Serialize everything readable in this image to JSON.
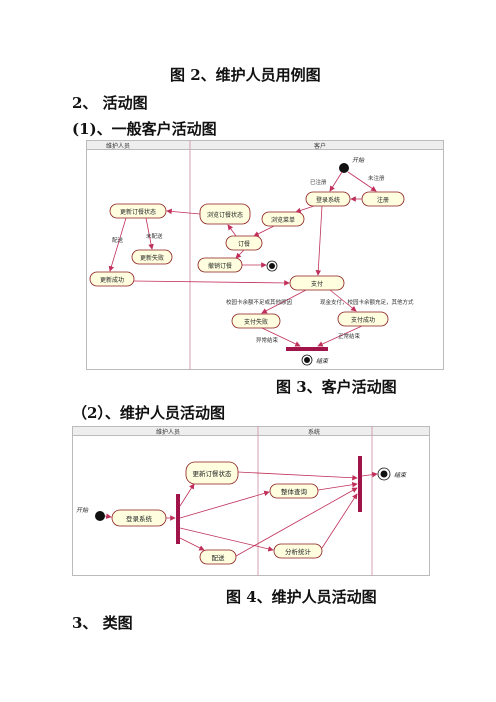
{
  "fig2_caption": "图 2、维护人员用例图",
  "section2": "2、 活动图",
  "sub1": "(1)、一般客户活动图",
  "fig3_caption": "图 3、客户活动图",
  "sub2": "（2）、维护人员活动图",
  "fig4_caption": "图 4、维护人员活动图",
  "section3": "3、 类图",
  "diagram1": {
    "lanes": [
      "维护人员",
      "客户"
    ],
    "start": "开始",
    "end": "结束",
    "nodes": {
      "update_order_status": "更新订餐状态",
      "browse_order_status": "浏览订餐状态",
      "login": "登录系统",
      "register": "注册",
      "browse_menu": "浏览菜单",
      "order": "订餐",
      "update_fail": "更新失败",
      "cancel_order": "撤销订餐",
      "update_success": "更新成功",
      "pay": "支付",
      "pay_fail": "支付失败",
      "pay_success": "支付成功"
    },
    "edges": {
      "registered": "已注册",
      "unregistered": "未注册",
      "deliver": "配送",
      "not_delivered": "未配送",
      "fail_cond": "校园卡余额不足或其他原因",
      "success_cond": "现金支付，校园卡余额充足，其他方式",
      "abnormal_end": "异常结束",
      "normal_end": "正常结束"
    }
  },
  "diagram2": {
    "lanes": [
      "维护人员",
      "系统"
    ],
    "start": "开始",
    "end": "结束",
    "nodes": {
      "update_order_status": "更新订餐状态",
      "login": "登录系统",
      "overall_query": "整体查询",
      "deliver": "配送",
      "analysis": "分析统计"
    }
  },
  "colors": {
    "node_fill": "#ffffe0",
    "node_stroke": "#8b1a1a",
    "arrow": "#c0305a",
    "bar": "#a0144a",
    "lane_divider": "#d4a0b0"
  }
}
